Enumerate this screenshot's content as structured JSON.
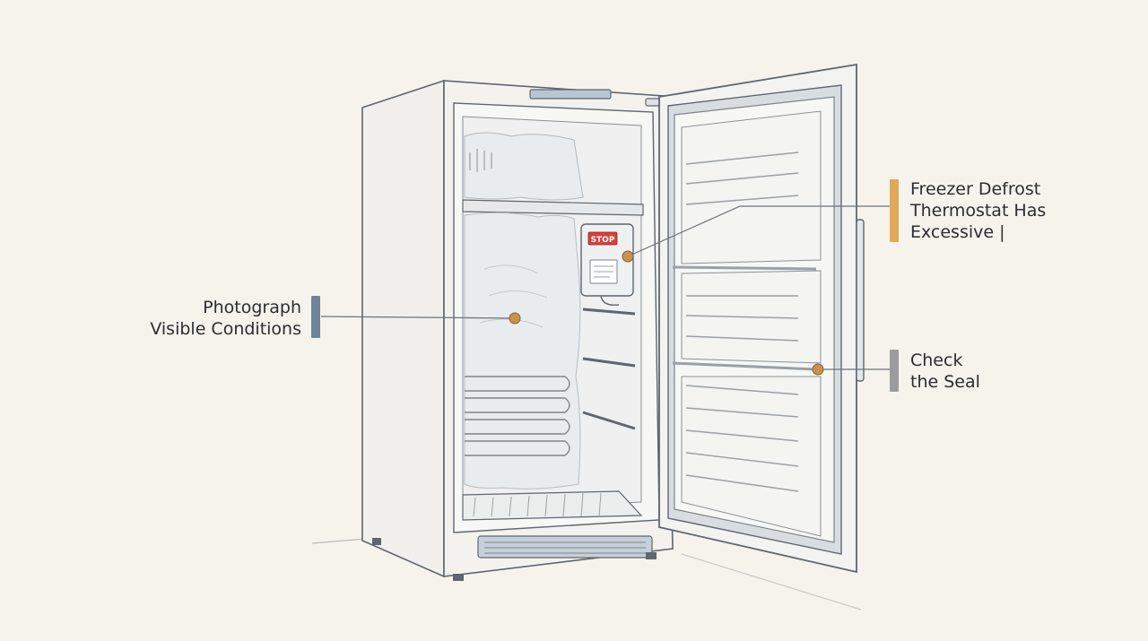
{
  "callouts": {
    "photograph": {
      "lines": [
        "Photograph",
        "Visible Conditions"
      ],
      "bar_color": "#6f8499"
    },
    "thermostat": {
      "lines": [
        "Freezer Defrost",
        "Thermostat Has",
        "Excessive |"
      ],
      "bar_color": "#e0a85b"
    },
    "seal": {
      "lines": [
        "Check",
        "the Seal"
      ],
      "bar_color": "#9c9c9c"
    }
  },
  "thermostat_badge": "STOP",
  "colors": {
    "background": "#f6f3ec",
    "outline": "#5f6670",
    "frost": "#e9ecee",
    "dot": "#c9924e",
    "stop_red": "#d9403a"
  }
}
